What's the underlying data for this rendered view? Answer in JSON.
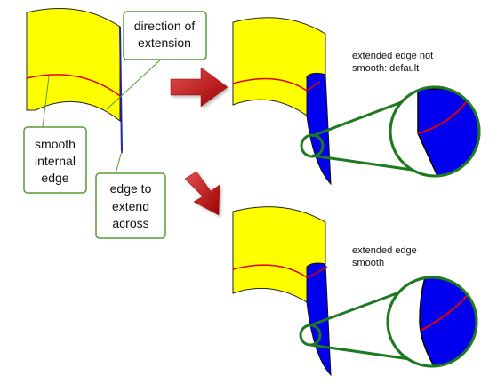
{
  "callouts": {
    "direction": [
      "direction of",
      "extension"
    ],
    "smooth_internal": [
      "smooth",
      "internal",
      "edge"
    ],
    "edge_to_extend": [
      "edge to",
      "extend",
      "across"
    ]
  },
  "notes": {
    "top": [
      "extended edge not",
      "smooth: default"
    ],
    "bottom": [
      "extended edge",
      "smooth"
    ]
  },
  "colors": {
    "surface": "#ffff00",
    "extension": "#0000ee",
    "internal_edge": "#e00000",
    "callout_border": "#5a9a3a",
    "magnifier": "#1e7a1e",
    "arrow": "#c00000"
  }
}
